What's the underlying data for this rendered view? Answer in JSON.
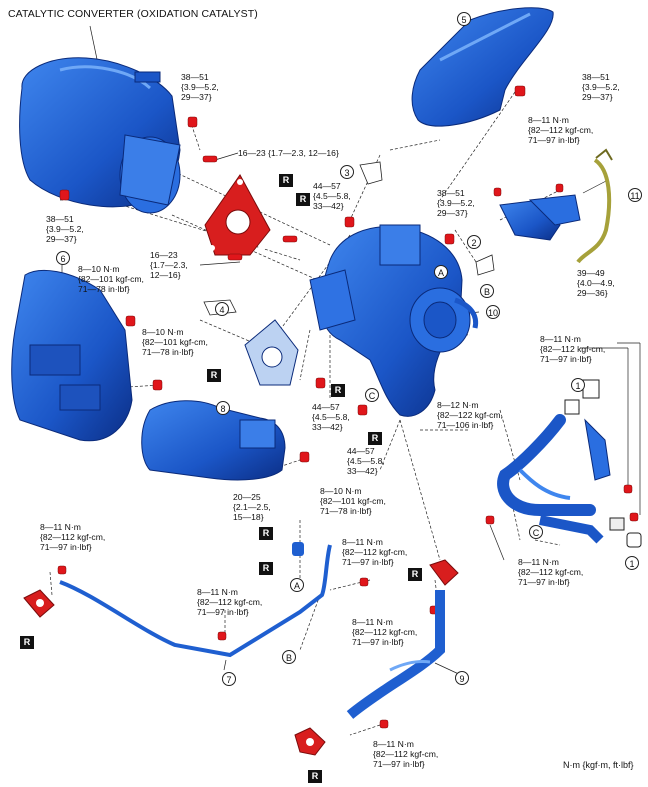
{
  "title": "CATALYTIC CONVERTER (OXIDATION CATALYST)",
  "unit_note": "N·m {kgf·m, ft·lbf}",
  "reuse_mark": "R",
  "callouts": {
    "c1": "1",
    "c2": "2",
    "c3": "3",
    "c4": "4",
    "c5": "5",
    "c6": "6",
    "c7": "7",
    "c8": "8",
    "c9": "9",
    "c10": "10",
    "c11": "11",
    "cA": "A",
    "cB": "B",
    "cC": "C"
  },
  "torques": {
    "t1": "38—51\n{3.9—5.2,\n29—37}",
    "t2": "38—51\n{3.9—5.2,\n29—37}",
    "t3": "16—23 {1.7—2.3, 12—16}",
    "t4": "8—11 N·m\n{82—112 kgf-cm,\n71—97 in·lbf}",
    "t5": "44—57\n{4.5—5.8,\n33—42}",
    "t6": "38—51\n{3.9—5.2,\n29—37}",
    "t7": "38—51\n{3.9—5.2,\n29—37}",
    "t8": "16—23\n{1.7—2.3,\n12—16}",
    "t9": "39—49\n{4.0—4.9,\n29—36}",
    "t10": "8—10 N·m\n{82—101 kgf-cm,\n71—78 in·lbf}",
    "t11": "8—10 N·m\n{82—101 kgf-cm,\n71—78 in·lbf}",
    "t12": "8—11 N·m\n{82—112 kgf-cm,\n71—97 in·lbf}",
    "t13": "44—57\n{4.5—5.8,\n33—42}",
    "t14": "8—12 N·m\n{82—122 kgf-cm,\n71—106 in·lbf}",
    "t15": "44—57\n{4.5—5.8,\n33—42}",
    "t16": "8—10 N·m\n{82—101 kgf-cm,\n71—78 in·lbf}",
    "t17": "20—25\n{2.1—2.5,\n15—18}",
    "t18": "8—11 N·m\n{82—112 kgf-cm,\n71—97 in·lbf}",
    "t19": "8—11 N·m\n{82—112 kgf-cm,\n71—97 in·lbf}",
    "t20": "8—11 N·m\n{82—112 kgf-cm,\n71—97 in·lbf}",
    "t21": "8—11 N·m\n{82—112 kgf-cm,\n71—97 in·lbf}",
    "t22": "8—11 N·m\n{82—112 kgf-cm,\n71—97 in·lbf}",
    "t23": "8—11 N·m\n{82—112 kgf-cm,\n71—97 in·lbf}"
  },
  "colors": {
    "part": "#1f5fd0",
    "part_dark": "#0b2f8a",
    "gasket": "#d81e1e",
    "bolt": "#e0161b",
    "wire": "#a6a13a"
  }
}
